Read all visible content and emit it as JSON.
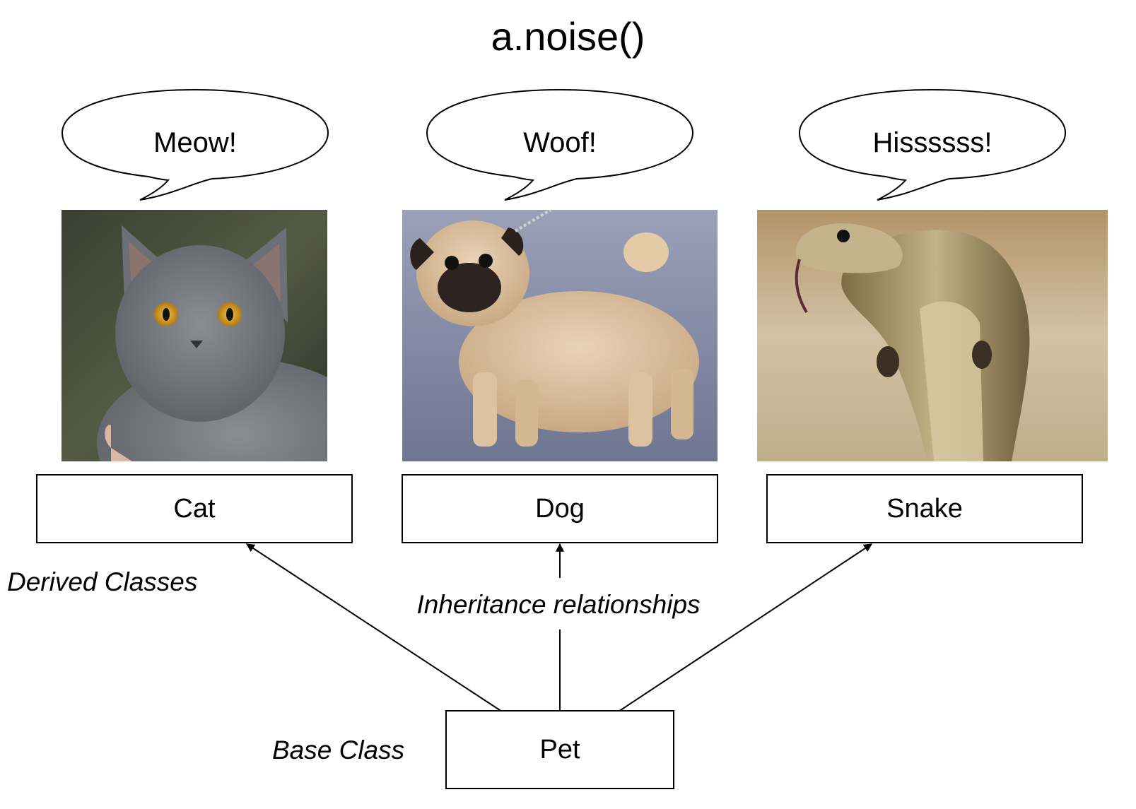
{
  "title": "a.noise()",
  "bubbles": {
    "cat": "Meow!",
    "dog": "Woof!",
    "snake": "Hissssss!"
  },
  "photos": {
    "cat": "cat-photo",
    "dog": "pug-photo",
    "snake": "cobra-photo"
  },
  "classes": {
    "cat": "Cat",
    "dog": "Dog",
    "snake": "Snake",
    "base": "Pet"
  },
  "labels": {
    "derived": "Derived Classes",
    "inheritance": "Inheritance relationships",
    "base": "Base Class"
  }
}
